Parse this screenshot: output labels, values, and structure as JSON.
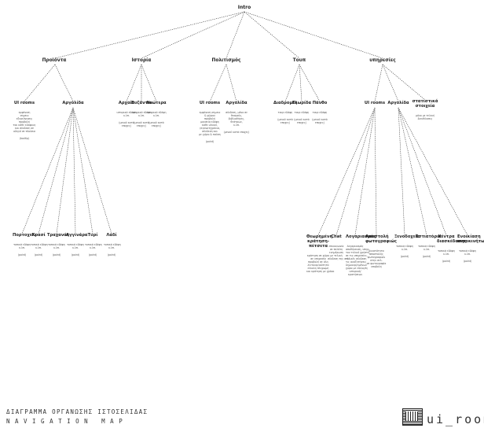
{
  "nodes": {
    "root": {
      "title": "Intro"
    },
    "proionta": {
      "title": "Προϊόντα"
    },
    "istoria": {
      "title": "Ιστορία"
    },
    "politismos": {
      "title": "Πολιτισμός"
    },
    "touristika": {
      "title": "Τουπ"
    },
    "ypiresies": {
      "title": "υπηρεσίες"
    },
    "p_ui": {
      "title": "UI rooms",
      "desc": [
        "εμφάνιση",
        "σημειο",
        "εξερεύνησης",
        "προβολή",
        "του κάθε εδάφους",
        "και σύνδεση σε",
        "οδηγό σε πλαίσια"
      ],
      "foot": "(tooltip)"
    },
    "p_arg": {
      "title": "Αργολίδα"
    },
    "i_arx": {
      "title": "Αρχαία",
      "desc": [
        "ιστορικά εδάφη",
        "κ.λπ."
      ],
      "foot": "(μενού κατά εποχες)"
    },
    "i_byz": {
      "title": "Βυζάντιο",
      "desc": [
        "ιστορικά εδάφη",
        "κ.λπ."
      ],
      "foot": "(μενού κατά εποχες)"
    },
    "i_new": {
      "title": "Νεώτερα",
      "desc": [
        "ιστορικά εδάφη",
        "κ.λπ."
      ],
      "foot": "(μενού κατά εποχες)"
    },
    "c_ui": {
      "title": "UI rooms",
      "desc": [
        "εμφάνιση σημειο",
        "& χώρου",
        "προβολή",
        "μουσεία εδάφη",
        "κάθε υλικού,",
        "γεγονοτ/χρόνια,",
        "σύνδεση και",
        "με χώρο & παύση"
      ],
      "foot": "(point)"
    },
    "c_arg": {
      "title": "Αργολίδα",
      "desc": [
        "σύνδεση, μόνο σε",
        "θεσμούς,",
        "βιβλιοθήκες,",
        "θεάτρων,",
        "κ.λπ."
      ],
      "foot": "(μενού κατά εποχες)"
    },
    "t_dia": {
      "title": "Διαδρομές",
      "desc": [
        "τουρ εδάφη"
      ],
      "foot": "(μενού κατά εποχες)"
    },
    "t_ela": {
      "title": "Ελωρίδα",
      "desc": [
        "τουρ εδάφη"
      ],
      "foot": "(μενού κατά εποχες)"
    },
    "t_pan": {
      "title": "Πάνθο",
      "desc": [
        "τουρ εδάφη"
      ],
      "foot": "(μενού κατά εποχες)"
    },
    "y_ui": {
      "title": "UI rooms"
    },
    "y_arg": {
      "title": "Αργολίδα"
    },
    "y_stat": {
      "title": "στατιστικά στοιχεία",
      "desc": [
        "μόνο με τελική",
        "διευθύνσεις"
      ]
    },
    "pa_1": {
      "title": "Πορτοχελι",
      "desc": [
        "τοπικά εδάφη",
        "κ.λπ."
      ],
      "foot": "(point)"
    },
    "pa_2": {
      "title": "Κρασί",
      "desc": [
        "τοπικά εδάφη",
        "κ.λπ."
      ],
      "foot": "(point)"
    },
    "pa_3": {
      "title": "Τραχανάς",
      "desc": [
        "τοπικά εδάφη",
        "κ.λπ."
      ],
      "foot": "(point)"
    },
    "pa_4": {
      "title": "Αγγινάρα",
      "desc": [
        "τοπικά εδάφη",
        "κ.λπ."
      ],
      "foot": "(point)"
    },
    "pa_5": {
      "title": "Τυρί",
      "desc": [
        "τοπικά εδάφη",
        "κ.λπ."
      ],
      "foot": "(point)"
    },
    "pa_6": {
      "title": "Λαδί",
      "desc": [
        "τοπικά εδάφη",
        "κ.λπ."
      ],
      "foot": "(point)"
    },
    "yu_1": {
      "title": "Θεωρημένη κράτηση-πέτσετα",
      "desc": [
        "κράτηση σε χώρο",
        "σε υπηρεσία",
        "προβολή σε όλη",
        "λειτουργικότητα",
        "εύκολη πληρωμή",
        "και κράτηση με χρόνο"
      ]
    },
    "yu_2": {
      "title": "Chat",
      "desc": [
        "επικοινωνία",
        "σε πελάτη",
        "ενημέρωση",
        "με τελική",
        "σύνδεση της σελ."
      ]
    },
    "yu_3": {
      "title": "Λογαριασμός",
      "desc": [
        "λογαριασμός",
        "αποθήκευση, υπηρ.",
        "τον τελικό χρήστη,",
        "σε τις υπηρεσίες,",
        "τελικές σύνδεση",
        "τις αναζητήσεις",
        "δημιουργημένων",
        "χώρο με επιλογές",
        "ιστορικό/",
        "κρατήσεων"
      ]
    },
    "yu_4": {
      "title": "Αποστολή φωτογραφιώς",
      "desc": [
        "δυνατότητα",
        "αποστολής",
        "φωτογραφιών",
        "στην σελ.",
        "σε φωτογραφία",
        "υποβολή"
      ]
    },
    "ya_1": {
      "title": "Ξενοδοχεία",
      "desc": [
        "τοπικά εδάφη",
        "κ.λπ."
      ],
      "foot": "(point)"
    },
    "ya_2": {
      "title": "Εστιατόρια",
      "desc": [
        "τοπικά εδάφη",
        "κ.λπ."
      ],
      "foot": "(point)"
    },
    "ya_3": {
      "title": "Κέντρα διασκέδασης",
      "desc": [
        "τοπικά εδάφη",
        "κ.λπ."
      ],
      "foot": "(point)"
    },
    "ya_4": {
      "title": "Ενοικίαση αυτοκινήτων",
      "desc": [
        "τοπικά εδάφη",
        "κ.λπ."
      ],
      "foot": "(point)"
    }
  },
  "footer": {
    "title": "ΔΙΑΓΡΑΜΜΑ ΟΡΓΑΝΩΣΗΣ ΙΣΤΟΣΕΛΙΔΑΣ",
    "subtitle": "NAVIGATION MAP",
    "logo_text": "ui_rooms"
  },
  "colors": {
    "line": "#333333",
    "text": "#222222",
    "muted": "#555555"
  },
  "icons": {
    "logo": "ui-rooms-logo-icon"
  }
}
